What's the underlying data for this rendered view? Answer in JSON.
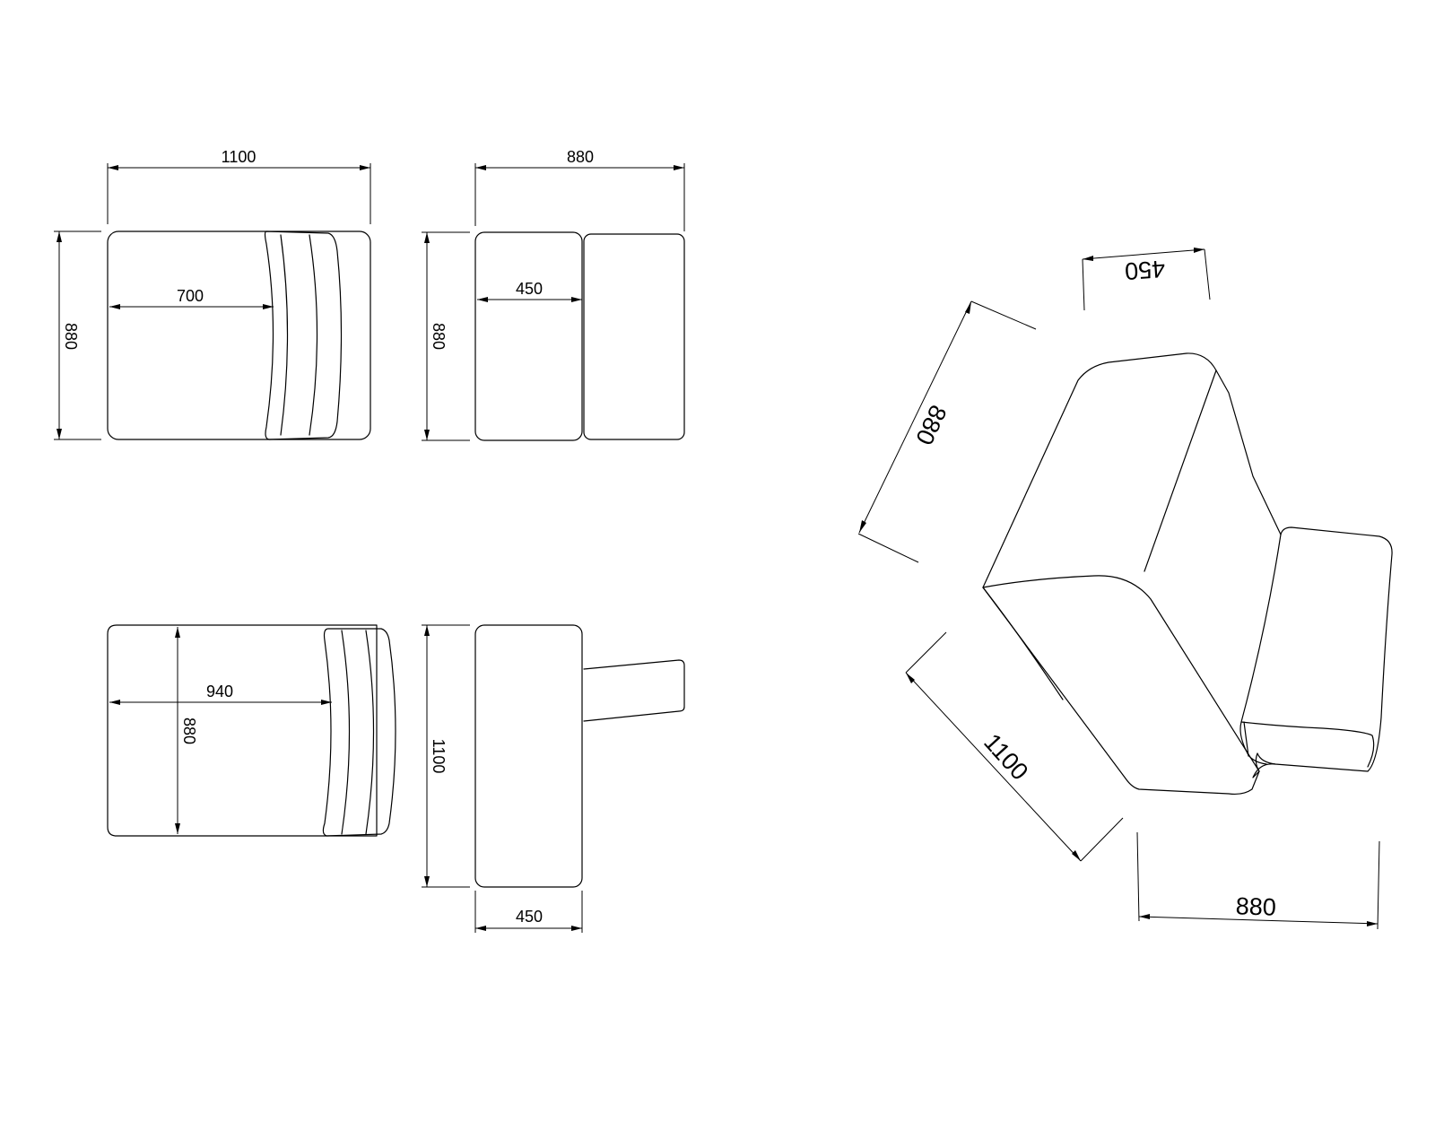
{
  "colors": {
    "background": "#ffffff",
    "line": "#000000"
  },
  "views": {
    "top_view": {
      "width_label": "1100",
      "depth_label": "880",
      "seat_label": "700"
    },
    "side_view": {
      "width_label": "880",
      "height_label": "880",
      "seat_label": "450"
    },
    "bottom_left_view": {
      "width_label": "940",
      "depth_label": "880"
    },
    "front_view": {
      "height_label": "1100",
      "width_label": "450"
    },
    "iso_view": {
      "top_label": "450",
      "left_label": "880",
      "bottom_left_label": "1100",
      "bottom_label": "880"
    }
  }
}
